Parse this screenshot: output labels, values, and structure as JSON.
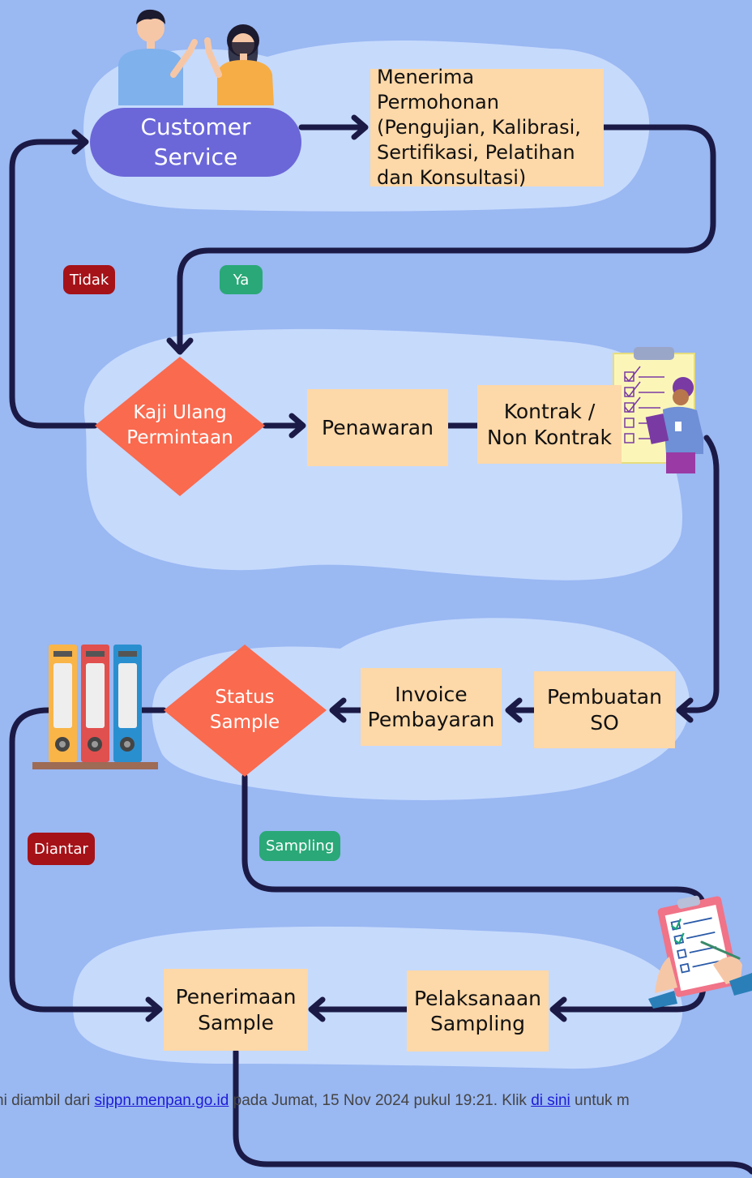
{
  "colors": {
    "background": "#9ab8f2",
    "blob": "#c6dafc",
    "box": "#fdd8a8",
    "pill": "#6b67d8",
    "decision": "#f96a4f",
    "arrow": "#1b1a46",
    "tag_no": "#a51218",
    "tag_yes": "#2aa877"
  },
  "nodes": {
    "customer_service": "Customer\nService",
    "menerima": "Menerima Permohonan\n(Pengujian, Kalibrasi,\nSertifikasi, Pelatihan\ndan Konsultasi)",
    "kaji_ulang": "Kaji Ulang\nPermintaan",
    "penawaran": "Penawaran",
    "kontrak": "Kontrak /\nNon Kontrak",
    "pembuatan_so": "Pembuatan\nSO",
    "invoice": "Invoice\nPembayaran",
    "status_sample": "Status\nSample",
    "pelaksanaan": "Pelaksanaan\nSampling",
    "penerimaan": "Penerimaan\nSample"
  },
  "labels": {
    "tidak": "Tidak",
    "ya": "Ya",
    "diantar": "Diantar",
    "sampling": "Sampling"
  },
  "footer": {
    "prefix": "ni diambil dari ",
    "link1": "sippn.menpan.go.id",
    "middle": " pada Jumat, 15 Nov 2024 pukul 19:21. Klik ",
    "link2": "di sini",
    "suffix": " untuk m"
  },
  "icons": [
    "people-illustration",
    "checklist-clipboard-person-icon",
    "binders-shelf-icon",
    "clipboard-hands-icon"
  ]
}
